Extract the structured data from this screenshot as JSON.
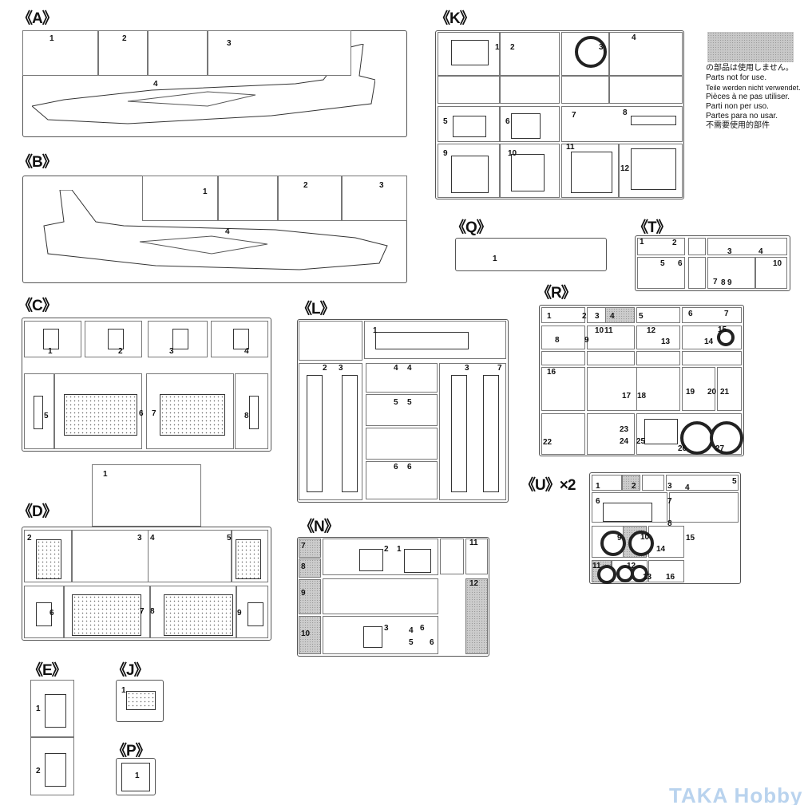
{
  "sprues": [
    {
      "id": "A",
      "title": "《A》",
      "parts": [
        "1",
        "2",
        "3",
        "4"
      ]
    },
    {
      "id": "B",
      "title": "《B》",
      "parts": [
        "1",
        "2",
        "3",
        "4"
      ]
    },
    {
      "id": "C",
      "title": "《C》",
      "parts": [
        "1",
        "2",
        "3",
        "4",
        "5",
        "6",
        "7",
        "8"
      ]
    },
    {
      "id": "D",
      "title": "《D》",
      "parts": [
        "1",
        "2",
        "3",
        "4",
        "5",
        "6",
        "7",
        "8",
        "9"
      ]
    },
    {
      "id": "E",
      "title": "《E》",
      "parts": [
        "1",
        "2"
      ]
    },
    {
      "id": "J",
      "title": "《J》",
      "parts": [
        "1"
      ]
    },
    {
      "id": "P",
      "title": "《P》",
      "parts": [
        "1"
      ]
    },
    {
      "id": "K",
      "title": "《K》",
      "parts": [
        "1",
        "2",
        "3",
        "4",
        "5",
        "6",
        "7",
        "8",
        "9",
        "10",
        "11",
        "12"
      ]
    },
    {
      "id": "Q",
      "title": "《Q》",
      "parts": [
        "1"
      ]
    },
    {
      "id": "T",
      "title": "《T》",
      "parts": [
        "1",
        "2",
        "3",
        "4",
        "5",
        "6",
        "7",
        "8",
        "9",
        "10"
      ]
    },
    {
      "id": "L",
      "title": "《L》",
      "parts": [
        "1",
        "2",
        "3",
        "4",
        "4",
        "5",
        "5",
        "3",
        "7",
        "6",
        "6"
      ]
    },
    {
      "id": "N",
      "title": "《N》",
      "parts": [
        "7",
        "2",
        "1",
        "11",
        "8",
        "9",
        "12",
        "10",
        "3",
        "4",
        "5",
        "6",
        "6"
      ]
    },
    {
      "id": "R",
      "title": "《R》",
      "parts": [
        "1",
        "2",
        "3",
        "4",
        "5",
        "6",
        "7",
        "8",
        "9",
        "10",
        "11",
        "12",
        "13",
        "14",
        "15",
        "16",
        "17",
        "18",
        "19",
        "20",
        "21",
        "22",
        "23",
        "24",
        "25",
        "26",
        "27"
      ]
    },
    {
      "id": "U",
      "title": "《U》×2",
      "parts": [
        "1",
        "2",
        "3",
        "4",
        "5",
        "6",
        "7",
        "8",
        "9",
        "10",
        "11",
        "12",
        "13",
        "14",
        "15",
        "16"
      ]
    }
  ],
  "legend": {
    "lines": [
      "の部品は使用しません。",
      "Parts not for use.",
      "Teile werden nicht verwendet.",
      "Pièces à ne pas utiliser.",
      "Parti non per uso.",
      "Partes para no usar.",
      "不需要使用的部件"
    ],
    "grey_color": "#c8c8c8"
  },
  "watermark": "TAKA Hobby"
}
